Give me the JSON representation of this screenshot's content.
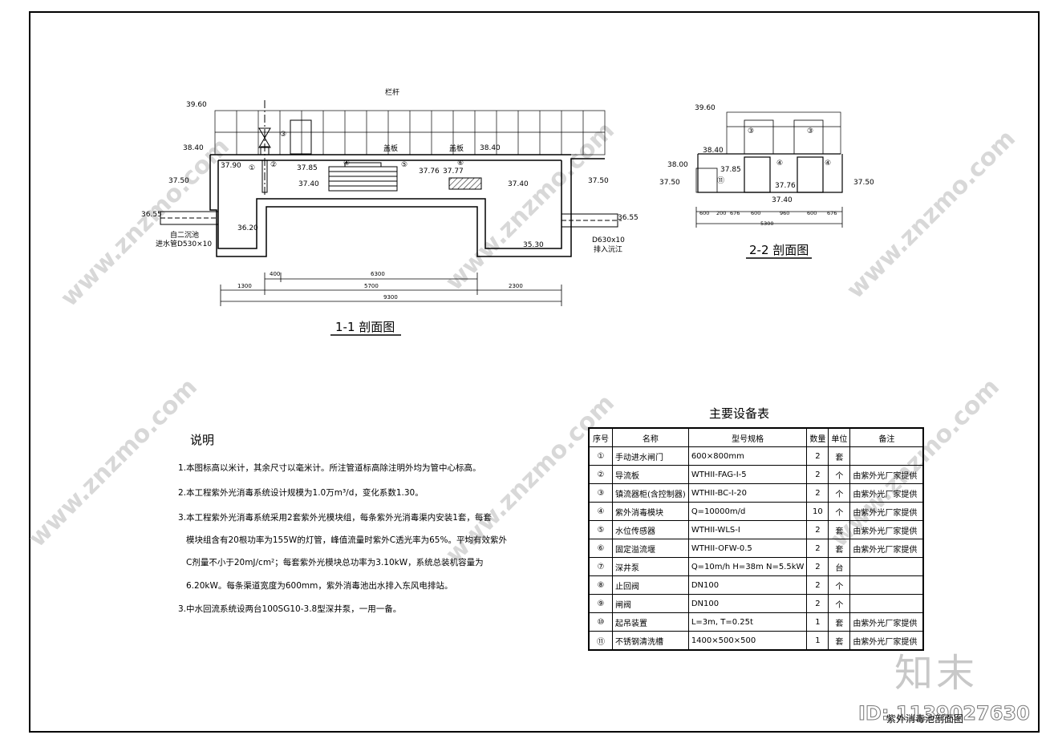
{
  "section11": {
    "title": "1-1 剖面图",
    "labels": {
      "railing": "栏杆",
      "cover1": "盖板",
      "cover2": "盖板",
      "inlet_a": "自二沉池",
      "inlet_b": "进水管D530×10",
      "outlet_a": "D630x10",
      "outlet_b": "排入沅江"
    },
    "elevations": {
      "e3960": "39.60",
      "e3840a": "38.40",
      "e3840b": "38.40",
      "e3790": "37.90",
      "e3750a": "37.50",
      "e3750b": "37.50",
      "e3785": "37.85",
      "e3740a": "37.40",
      "e3740b": "37.40",
      "e3776": "37.76",
      "e3777": "37.77",
      "e3655a": "36.55",
      "e3655b": "36.55",
      "e3620": "36.20",
      "e3530": "35.30"
    },
    "dims": {
      "d400": "400",
      "d6300": "6300",
      "d1300": "1300",
      "d5700": "5700",
      "d2300": "2300",
      "d9300": "9300"
    },
    "markers": [
      "①",
      "②",
      "③",
      "④",
      "⑤",
      "⑥"
    ]
  },
  "section22": {
    "title": "2-2 剖面图",
    "elevations": {
      "e3960": "39.60",
      "e3840": "38.40",
      "e3800": "38.00",
      "e3785": "37.85",
      "e3750a": "37.50",
      "e3750b": "37.50",
      "e3776": "37.76",
      "e3740": "37.40"
    },
    "dims": [
      "600",
      "200",
      "676",
      "600",
      "960",
      "600",
      "676"
    ],
    "total": "5300",
    "markers": [
      "③",
      "③",
      "④",
      "④",
      "⑪"
    ]
  },
  "notes": {
    "title": "说明",
    "lines": [
      "1.本图标高以米计，其余尺寸以毫米计。所注管道标高除注明外均为管中心标高。",
      "2.本工程紫外光消毒系统设计规模为1.0万m³/d，变化系数1.30。",
      "3.本工程紫外光消毒系统采用2套紫外光模块组，每条紫外光消毒渠内安装1套，每套",
      "模块组含有20根功率为155W的灯管，峰值流量时紫外C透光率为65%。平均有效紫外",
      "C剂量不小于20mJ/cm²；每套紫外光模块总功率为3.10kW，系统总装机容量为",
      "6.20kW。每条渠道宽度为600mm，紫外消毒池出水排入东风电排站。",
      "3.中水回流系统设两台100SG10-3.8型深井泵，一用一备。"
    ]
  },
  "equipment": {
    "title": "主要设备表",
    "headers": [
      "序号",
      "名称",
      "型号规格",
      "数量",
      "单位",
      "备注"
    ],
    "rows": [
      {
        "no": "①",
        "name": "手动进水闸门",
        "spec": "600×800mm",
        "qty": "2",
        "unit": "套",
        "note": ""
      },
      {
        "no": "②",
        "name": "导流板",
        "spec": "WTHII-FAG-I-5",
        "qty": "2",
        "unit": "个",
        "note": "由紫外光厂家提供"
      },
      {
        "no": "③",
        "name": "镇流器柜(含控制器)",
        "spec": "WTHII-BC-I-20",
        "qty": "2",
        "unit": "个",
        "note": "由紫外光厂家提供"
      },
      {
        "no": "④",
        "name": "紫外消毒模块",
        "spec": "Q=10000m/d",
        "qty": "10",
        "unit": "个",
        "note": "由紫外光厂家提供"
      },
      {
        "no": "⑤",
        "name": "水位传感器",
        "spec": "WTHII-WLS-I",
        "qty": "2",
        "unit": "套",
        "note": "由紫外光厂家提供"
      },
      {
        "no": "⑥",
        "name": "固定溢流堰",
        "spec": "WTHII-OFW-0.5",
        "qty": "2",
        "unit": "套",
        "note": "由紫外光厂家提供"
      },
      {
        "no": "⑦",
        "name": "深井泵",
        "spec": "Q=10m/h H=38m N=5.5kW",
        "qty": "2",
        "unit": "台",
        "note": ""
      },
      {
        "no": "⑧",
        "name": "止回阀",
        "spec": "DN100",
        "qty": "2",
        "unit": "个",
        "note": ""
      },
      {
        "no": "⑨",
        "name": "闸阀",
        "spec": "DN100",
        "qty": "2",
        "unit": "个",
        "note": ""
      },
      {
        "no": "⑩",
        "name": "起吊装置",
        "spec": "L=3m, T=0.25t",
        "qty": "1",
        "unit": "套",
        "note": "由紫外光厂家提供"
      },
      {
        "no": "⑪",
        "name": "不锈钢清洗槽",
        "spec": "1400×500×500",
        "qty": "1",
        "unit": "套",
        "note": "由紫外光厂家提供"
      }
    ]
  },
  "titleblock": {
    "sheet": "紫外消毒池剖面图"
  },
  "watermark": {
    "brand": "知末",
    "site": "www.znzmo.com",
    "id": "ID: 1139027630"
  }
}
